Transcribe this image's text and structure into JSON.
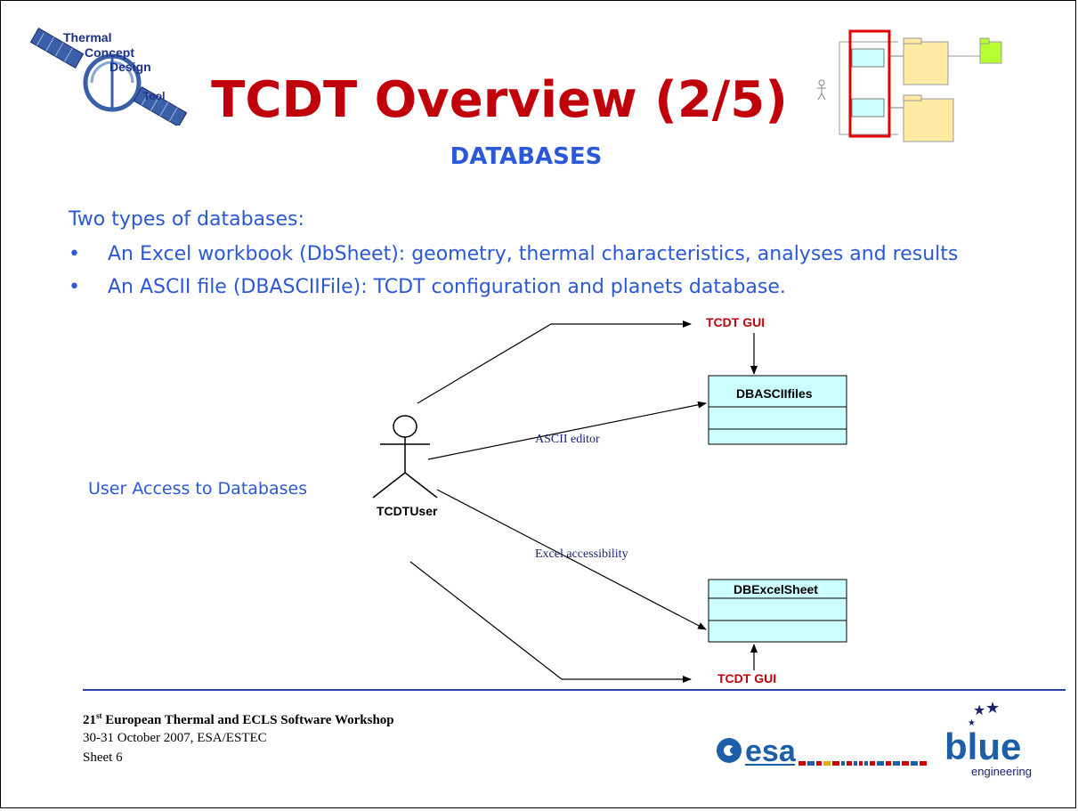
{
  "header": {
    "logo_text": [
      "Thermal",
      "Concept",
      "Design",
      "Tool"
    ],
    "title": "TCDT Overview (2/5)",
    "subtitle": "DATABASES"
  },
  "body": {
    "intro": "Two types of databases:",
    "bullets": [
      "An Excel workbook (DbSheet): geometry, thermal characteristics, analyses and results",
      "An ASCII file (DBASCIIFile): TCDT configuration and planets database."
    ],
    "bullet_symbol": "•",
    "side_label": "User Access to Databases"
  },
  "diagram": {
    "actor": "TCDTUser",
    "gui_top": "TCDT GUI",
    "gui_bottom": "TCDT GUI",
    "class_ascii": "DBASCIIfiles",
    "class_excel": "DBExcelSheet",
    "edge_ascii": "ASCII editor",
    "edge_excel": "Excel accessibility"
  },
  "footer": {
    "workshop_number": "21",
    "workshop_suffix": "st",
    "workshop_title": " European Thermal and ECLS Software Workshop",
    "date_place": "30-31 October 2007, ESA/ESTEC",
    "sheet": "Sheet 6",
    "esa_logo": "esa",
    "blue_logo": "blue",
    "blue_logo_sub": "engineering"
  },
  "colors": {
    "title_red": "#c0000b",
    "text_blue": "#2b58d6",
    "class_fill": "#ccffff",
    "footer_rule": "#2a3ea8"
  }
}
